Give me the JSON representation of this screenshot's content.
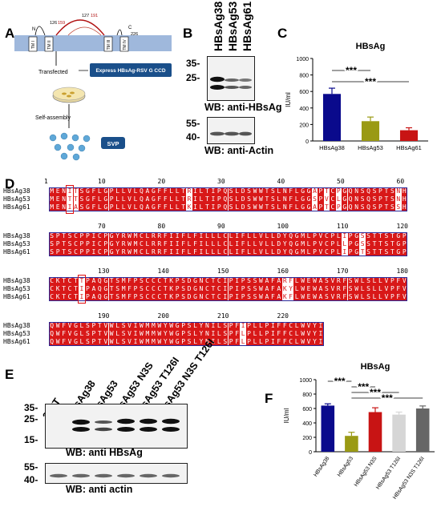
{
  "panels": {
    "A": {
      "label": "A",
      "membrane_labels": [
        "TM I",
        "TM II",
        "TM III",
        "TM IV"
      ],
      "n_label": "N",
      "c_label": "C",
      "pos_126": "126",
      "pos_159": "159",
      "pos_127": "127",
      "pos_191": "191",
      "pos_226": "226",
      "transfected": "Transfected",
      "express_box": "Express HBsAg-RSV G CCD",
      "self_assembly": "Self-assembly",
      "svp": "SVP"
    },
    "B": {
      "label": "B",
      "lanes": [
        "HBsAg38",
        "HBsAg53",
        "HBsAg61"
      ],
      "mw_top": [
        "35-",
        "25-"
      ],
      "mw_bottom": [
        "55-",
        "40-"
      ],
      "wb1": "WB: anti-HBsAg",
      "wb2": "WB: anti-Actin"
    },
    "C": {
      "label": "C"
    },
    "D": {
      "label": "D",
      "blocks": [
        {
          "ruler": [
            1,
            10,
            20,
            30,
            40,
            50,
            60
          ],
          "rows": [
            {
              "name": "HBsAg38",
              "seq": "MENITSGFLGPLLVLQAGFFLLTRILTIPQSLDSWWTSLNFLGGAPTCPGQNSQSPTSNH"
            },
            {
              "name": "HBsAg53",
              "seq": "MENTTSGFLGPLLVLQAGFFLLTRILTIPQSLDSWWTSLNFLGGSPVCLGQNSQSPTSNH"
            },
            {
              "name": "HBsAg61",
              "seq": "MENIASGFLGPLLVLQAGFFLLTKILTIPQSLDSWWTSLNFLGGAPTCPGQNSQSPTSSH"
            }
          ]
        },
        {
          "ruler": [
            70,
            80,
            90,
            100,
            110,
            120
          ],
          "rows": [
            {
              "name": "HBsAg38",
              "seq": "SPTSCPPICPGYRWMCLRRFIIFLFILLLCLIFLLVLLDYQGMLPVCPLIPGSSTTSTGP"
            },
            {
              "name": "HBsAg53",
              "seq": "SPTSCPPICPGYRWMCLRRFIIFLFILLLCLIFLLVLLDYQGMLPVCPLLPGSSTTSTGP"
            },
            {
              "name": "HBsAg61",
              "seq": "SPTSCPPICPGYRWMCLRRFIIFLFILLLCLIFLLVLLDYQGMLPVCPLIPGTSTTSTGP"
            }
          ]
        },
        {
          "ruler": [
            130,
            140,
            150,
            160,
            170,
            180
          ],
          "rows": [
            {
              "name": "HBsAg38",
              "seq": "CKTCTTPAQGTSMFPSCCCTKPSDGNCTCIPIPSSWAFARFLWEWASVRFSWLSLLVPFV"
            },
            {
              "name": "HBsAg53",
              "seq": "CKTCTIPAQGTSMFPSCCCTKPSDGNCTCIPIPSSWAFAKYLWEWASVRFSWLSLLVPFV"
            },
            {
              "name": "HBsAg61",
              "seq": "CKTCTIPAQGTSMFPSCCCTKPSDGNCTCIPIPSSWAFAKFLWEWASVRFSWLSLLVPFV"
            }
          ]
        },
        {
          "ruler": [
            190,
            200,
            210,
            220
          ],
          "rows": [
            {
              "name": "HBsAg38",
              "seq": "QWFVGLSPTVWLSVIWMMWYWGPSLYNILSPFIPLLPIFFCLWVYI"
            },
            {
              "name": "HBsAg53",
              "seq": "QWFVGLSPTVWLSVIWMMWYWGPSLYNILSPFLPLLPIFFCLWVYI"
            },
            {
              "name": "HBsAg61",
              "seq": "QWFVGLSPTVWLSVIWMMWYWGPSLYNILSPFLPLLPIFFCLWVYI"
            }
          ]
        }
      ]
    },
    "E": {
      "label": "E",
      "lanes": [
        "293T",
        "HBsAg38",
        "HBsAg53",
        "HBsAg53 N3S",
        "HBsAg53 T126I",
        "HBsAg53 N3S T126I"
      ],
      "mw_top": [
        "35-",
        "25-",
        "15-"
      ],
      "mw_bottom": [
        "55-",
        "40-"
      ],
      "wb1": "WB: anti HBsAg",
      "wb2": "WB: anti actin"
    },
    "F": {
      "label": "F"
    }
  },
  "chart_data": [
    {
      "type": "bar",
      "title": "HBsAg",
      "ylabel": "IU/ml",
      "xlabel": "",
      "categories": [
        "HBsAg38",
        "HBsAg53",
        "HBsAg61"
      ],
      "values": [
        570,
        240,
        130
      ],
      "errors": [
        70,
        50,
        30
      ],
      "colors": [
        "#0a0a8c",
        "#9a9a14",
        "#c81414"
      ],
      "ylim": [
        0,
        1000
      ],
      "yticks": [
        0,
        200,
        400,
        600,
        800,
        1000
      ],
      "significance": [
        {
          "from": 0,
          "to": 1,
          "label": "***"
        },
        {
          "from": 0,
          "to": 2,
          "label": "***"
        }
      ]
    },
    {
      "type": "bar",
      "title": "HBsAg",
      "ylabel": "IU/ml",
      "xlabel": "",
      "categories": [
        "HBsAg38",
        "HBsAg53",
        "HBsAg53 N3S",
        "HBsAg53 T126I",
        "HBsAg53 N3S T126I"
      ],
      "values": [
        640,
        220,
        550,
        515,
        600
      ],
      "errors": [
        25,
        50,
        60,
        35,
        35
      ],
      "colors": [
        "#0a0a8c",
        "#9a9a14",
        "#c81414",
        "#d6d6d6",
        "#666666"
      ],
      "ylim": [
        0,
        1000
      ],
      "yticks": [
        0,
        200,
        400,
        600,
        800,
        1000
      ],
      "significance": [
        {
          "from": 0,
          "to": 1,
          "label": "***"
        },
        {
          "from": 1,
          "to": 2,
          "label": "***"
        },
        {
          "from": 1,
          "to": 3,
          "label": "***"
        },
        {
          "from": 1,
          "to": 4,
          "label": "***"
        }
      ]
    }
  ]
}
